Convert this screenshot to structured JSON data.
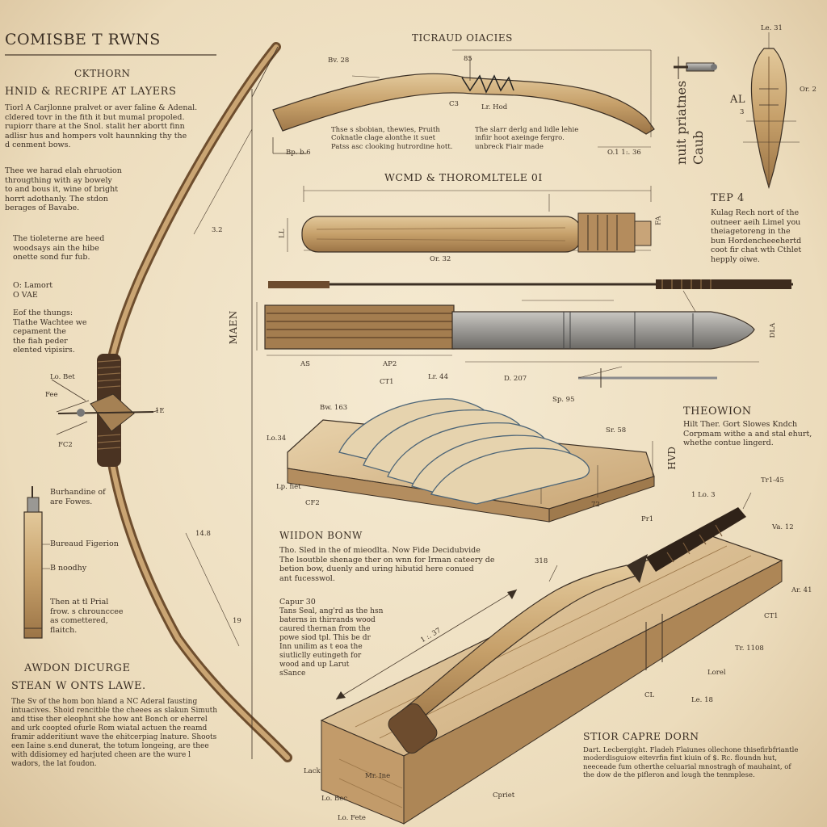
{
  "title": "COMISBE T RWNS",
  "left": {
    "subtitle": "CKTHORN",
    "section1_heading": "HNID & RECRIPE AT LAYERS",
    "section1_body": "Tiorl A Carjlonne pralvet or aver faline & Adenal.\ncldered tovr in the fith it but mumal propoled.\nrupiorr thare at the Snol. stalit her abortt finn\nadlisr hus and hompers volt haunnking thy the\nd cenment bows.",
    "section2_body": "Thee we harad elah ehruotion\nthrougthing with ay bowely\nto and bous it, wine of bright\nhorrt adothanly. The stdon\nberages of Bavabe.",
    "section3_body": "The tioleterne are heed\nwoodsays ain the hibe\nonette sond fur fub.",
    "lamort": "O: Lamort\nO VAE",
    "section4_body": "Eof the thungs:\nTlathe Wachtee we\ncepament the\nthe fiah peder\nelented vipisirs.",
    "lbl_let": "Lo. Bet",
    "lbl_fee": "Fee",
    "lbl_fc2": "FC2",
    "lbl_18": "1E",
    "lbl_32": "3.2",
    "lbl_148": "14.8",
    "lbl_19": "19",
    "tool_note1": "Burhandine of\nare Fowes.",
    "tool_note2": "Bureaud Figerion",
    "tool_note3": "B noodhy",
    "tool_note4": "Then at tl Prial\nfrow. s chrounccee\nas comettered,\nflaitch.",
    "bottom_heading1": "AWDON DICURGE",
    "bottom_heading2": "STEAN W ONTS LAWE.",
    "bottom_body": "The Sv of the hom bon hland a NC Aderal fausting\nintuacives. Shoid rencitble the cheees as slakun Simuth\nand ttise ther eleophnt she how ant Bonch or eherrel\nand urk coopted ofurle Rom wiatal actuen the reamd\nframir adderitiunt wave the ehitcerpiag lnature. Shoots\neen Iaine s.end dunerat, the totum longeing, are thee\nwith ddisiomey ed harjuted cheen are the wure l\nwadors, the lat foudon."
  },
  "top_diagram": {
    "title": "TICRAUD OIACIES",
    "lbl_b23": "Bv. 28",
    "lbl_85": "85",
    "lbl_c3": "C3",
    "lbl_lehod": "Lr. Hod",
    "lbl_b48": "Bp. b.6",
    "lbl_o136": "O.1 1:. 36",
    "note_left": "Thse s sbobian, thewies, Pruith\nCoknatle clage alonthe it suet\nPatss asc clooking hutrordine hott.",
    "note_right": "The slarr derlg and lidle lehie\ninfiir hoot axeinge fergro.\nunbreck Fiair made"
  },
  "right_top": {
    "lbl_le31": "Le. 31",
    "lbl_al": "AL",
    "lbl_3": "3",
    "lbl_or2": "Or. 2",
    "vertical_note": "nuit priatnes\nCaub",
    "tep_heading": "TEP 4",
    "tep_body": "Kulag Rech nort of the\noutneer aeih Limel you\ntheiagetoreng in the\nbun Hordencheeehertd\ncoot fir chat wth Cthlet\nhepply oiwe."
  },
  "mid_diagram": {
    "heading": "WCMD & THOROMLTELE 0I",
    "lbl_or32": "Or. 32",
    "lbl_ll": "LL",
    "lbl_fa": "FA",
    "lbl_maen": "MAEN",
    "lbl_as": "AS",
    "lbl_a22": "AP2",
    "lbl_dla": "DLA"
  },
  "fletch_diagram": {
    "lbl_ct1": "CT1",
    "lbl_le44": "Lr. 44",
    "lbl_d207": "D. 207",
    "lbl_b163": "Bw. 163",
    "lbl_sp95": "Sp. 95",
    "lbl_la34": "Lo.34",
    "lbl_sr58": "Sr. 58",
    "lbl_lpfiet": "Lp. fiet",
    "lbl_cf2": "CF2",
    "lbl_72": "72",
    "lbl_hvd": "HVD",
    "heading": "THEOWION",
    "body": "Hilt Ther. Gort Slowes Kndch\nCorpmam withe a and stal ehurt,\nwhethe contue lingerd."
  },
  "bottom_diagram": {
    "heading": "WIIDON BONW",
    "body1": "Tho. Sled in the of mieodlta. Now Fide Decidubvide\nThe lsoutble shenage ther on wnn for Irman cateery de\nbetion bow, duenly and uring hibutid here conued\nant fucesswol.",
    "caption_heading": "Capur 30",
    "caption_body": "Tans Seal, ang'rd as the hsn\nbaterns in thirrands wood\ncaured thernan from the\npowe siod tpl. This be dr\nInn unilim as t eoa the\nsiutliclly eutingeth for\nwood and up Larut\nsSance",
    "lbl_tr145": "Tr1-45",
    "lbl_lo3": "1 Lo. 3",
    "lbl_pr1": "Pr1",
    "lbl_va12": "Va. 12",
    "lbl_318": "318",
    "lbl_ar1": "Ar. 41",
    "lbl_ct1": "CT1",
    "lbl_1137": "1 :. 37",
    "lbl_tr1108": "Tr. 1108",
    "lbl_lord": "Lorel",
    "lbl_cl": "CL",
    "lbl_le18": "Le. 18",
    "lbl_lack": "Lack",
    "lbl_mline": "Mr. Ine",
    "lbl_lebec": "Lo. Bec",
    "lbl_cpriet": "Cpriet",
    "lbl_lfete": "Lo. Fete",
    "side_heading": "STIOR CAPRE DORN",
    "side_body": "Dart. Lecbergight. Fladeh Flaiunes ollechone thisefirbfriantle\nmoderdisguiow eitevrfin fint kiuin of $. Rc. floundn hut,\nneeceade fum otherthe celuarial mnostragh of mauhaint, of\nthe dow de the pifleron and lough the tenmplese."
  },
  "colors": {
    "paper": "#efe2c6",
    "ink": "#3b2f24",
    "wood_light": "#d9bf92",
    "wood_mid": "#b98f5b",
    "wood_dark": "#6d4c2e",
    "steel": "#8a8a8c",
    "blue_ink": "#4d6577"
  }
}
